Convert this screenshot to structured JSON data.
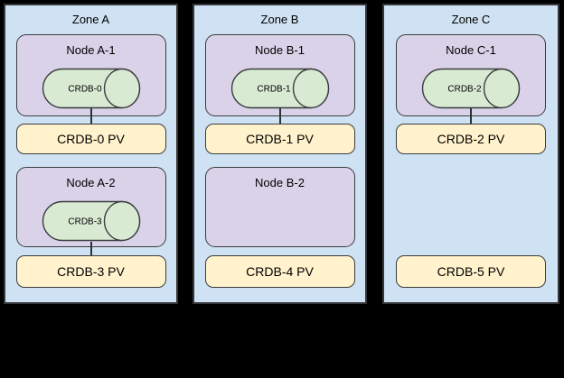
{
  "diagram": {
    "background": "#000000",
    "colors": {
      "zone_fill": "#cfe2f3",
      "node_fill": "#d9d2e9",
      "cylinder_fill": "#d9ead3",
      "pv_fill": "#fff2cc",
      "border": "#343639"
    },
    "zones": [
      {
        "label": "Zone A",
        "items": [
          {
            "node": "Node A-1",
            "cylinder": "CRDB-0",
            "pv": "CRDB-0 PV"
          },
          {
            "node": "Node A-2",
            "cylinder": "CRDB-3",
            "pv": "CRDB-3 PV"
          }
        ]
      },
      {
        "label": "Zone B",
        "items": [
          {
            "node": "Node B-1",
            "cylinder": "CRDB-1",
            "pv": "CRDB-1 PV"
          },
          {
            "node": "Node B-2",
            "pv": "CRDB-4 PV"
          }
        ]
      },
      {
        "label": "Zone C",
        "items": [
          {
            "node": "Node C-1",
            "cylinder": "CRDB-2",
            "pv": "CRDB-2 PV"
          },
          {
            "pv": "CRDB-5 PV"
          }
        ]
      }
    ]
  }
}
